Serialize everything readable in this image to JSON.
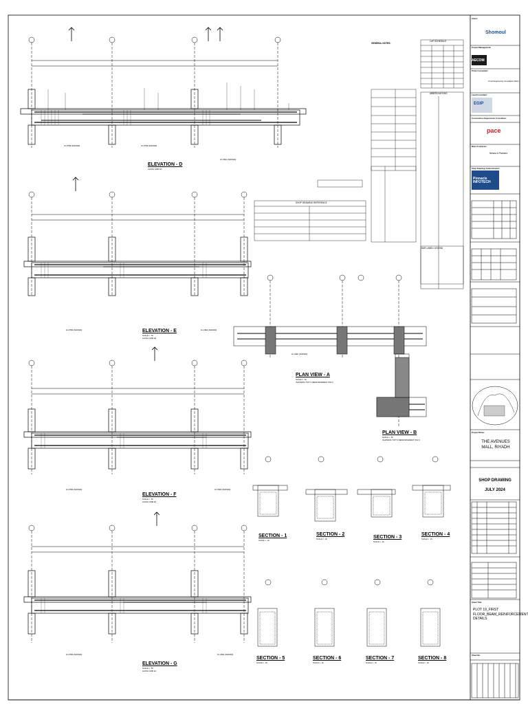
{
  "elevations": [
    {
      "title": "ELEVATION - D",
      "scale": "",
      "grid": "ALONG GRID D3"
    },
    {
      "title": "ELEVATION - E",
      "scale": "SCALE 1 : 50",
      "grid": "ALONG GRID E2"
    },
    {
      "title": "ELEVATION - F",
      "scale": "SCALE 1 : 50",
      "grid": "ALONG GRID E1"
    },
    {
      "title": "ELEVATION - G",
      "scale": "SCALE 1 : 50",
      "grid": "ALONG GRID E1"
    }
  ],
  "plan_views": [
    {
      "title": "PLAN VIEW - A",
      "scale": "SCALE 1 : 50",
      "note": "(SHOWING TOP T1 REINFORCEMENT ONLY)"
    },
    {
      "title": "PLAN VIEW - B",
      "scale": "SCALE 1 : 50",
      "note": "(SHOWING TOP T1 REINFORCEMENT ONLY)"
    }
  ],
  "sections": [
    {
      "title": "SECTION - 1",
      "scale": "SCALE 1 : 20"
    },
    {
      "title": "SECTION - 2",
      "scale": "SCALE 1 : 20"
    },
    {
      "title": "SECTION - 3",
      "scale": "SCALE 1 : 20"
    },
    {
      "title": "SECTION - 4",
      "scale": "SCALE 1 : 20"
    },
    {
      "title": "SECTION - 5",
      "scale": "SCALE 1 : 20"
    },
    {
      "title": "SECTION - 6",
      "scale": "SCALE 1 : 20"
    },
    {
      "title": "SECTION - 7",
      "scale": "SCALE 1 : 20"
    },
    {
      "title": "SECTION - 8",
      "scale": "SCALE 1 : 20"
    }
  ],
  "beam_labels": [
    "1F-PTB8 (600X900)",
    "1F-PTB9 (600X900)",
    "1F-CB21 (600X900)",
    "1F-PTB4 (600X900)",
    "1F-CB24 (600X900)"
  ],
  "notes": {
    "general_notes_title": "GENERAL NOTES:",
    "shop_ref_title": "SHOP DRAWING REFERENCE",
    "lap_title": "LAP SCHEDULE",
    "abbr_title": "ABBREVIATIONS",
    "bar_labels_title": "BAR LABEL LEGEND"
  },
  "title_block": {
    "client_label": "Client:",
    "client_name": "Shomoul",
    "pm_label": "Project Management:",
    "pm_name": "AECOM",
    "consultant_label": "Prime Consultant:",
    "consultant_name": "Al Jazi Engineering Consultants (DEC)",
    "lead_consultant": "Lead Consultant:",
    "lead_name": "EGIP",
    "supervision_label": "Construction Supervision Consultant:",
    "supervision_name": "pace",
    "contractor_label": "Main Contractor:",
    "contractor_name": "Nesma & Partners",
    "subcontractor_label": "Shop Drawings Subcontractor:",
    "subcontractor_name": "Pinnacle INFOTECH",
    "project_label": "Project Name:",
    "project_name": "THE AVENUES MALL, RIYADH",
    "drawing_status": "SHOP DRAWING",
    "date": "JULY 2024",
    "sheet_title_label": "Sheet Title:",
    "sheet_title": "PLOT 19_FIRST FLOOR_BEAM_REINFORCEMENT DETAILS",
    "sheet_no_label": "Sheet No."
  }
}
